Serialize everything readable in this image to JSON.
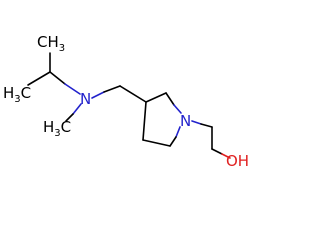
{
  "structure": {
    "atoms": {
      "n_amine": "N",
      "n_ring": "N",
      "oh": "OH",
      "ch3_isopropyl_top": "CH",
      "ch3_isopropyl_top_sub": "3",
      "h3c_isopropyl_left": "H",
      "h3c_isopropyl_left_sub": "3",
      "h3c_isopropyl_left_c": "C",
      "h3c_n_methyl": "H",
      "h3c_n_methyl_sub": "3",
      "h3c_n_methyl_c": "C"
    },
    "colors": {
      "carbon_bond": "#000000",
      "nitrogen": "#2222cc",
      "oxygen": "#e02020",
      "text": "#000000"
    }
  }
}
